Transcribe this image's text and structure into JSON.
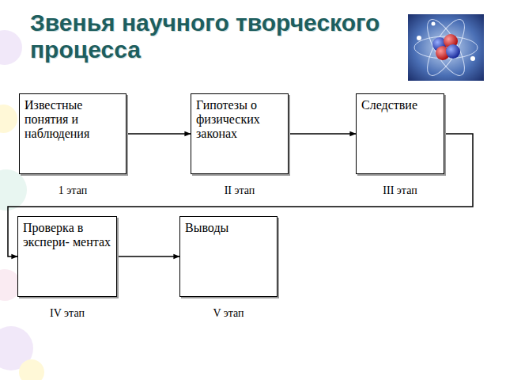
{
  "diagram": {
    "title": "Звенья научного творческого процесса",
    "nodes": [
      {
        "text": [
          "Известные понятия и наблюдения",
          "1 этап"
        ]
      },
      {
        "text": [
          "Гипотезы о физических законах",
          "II этап"
        ]
      },
      {
        "text": [
          "Следствие",
          "III этап"
        ]
      },
      {
        "text": [
          "Проверка в экспери- ментах",
          "IV этап"
        ]
      },
      {
        "text": [
          "Выводы",
          "V этап"
        ]
      }
    ],
    "edges": [
      {
        "from": 0,
        "to": 1,
        "arrow": "to"
      },
      {
        "from": 1,
        "to": 2,
        "arrow": "to"
      },
      {
        "from": 2,
        "to": 3,
        "arrow": "to"
      },
      {
        "from": 3,
        "to": 4,
        "arrow": "to"
      }
    ]
  }
}
